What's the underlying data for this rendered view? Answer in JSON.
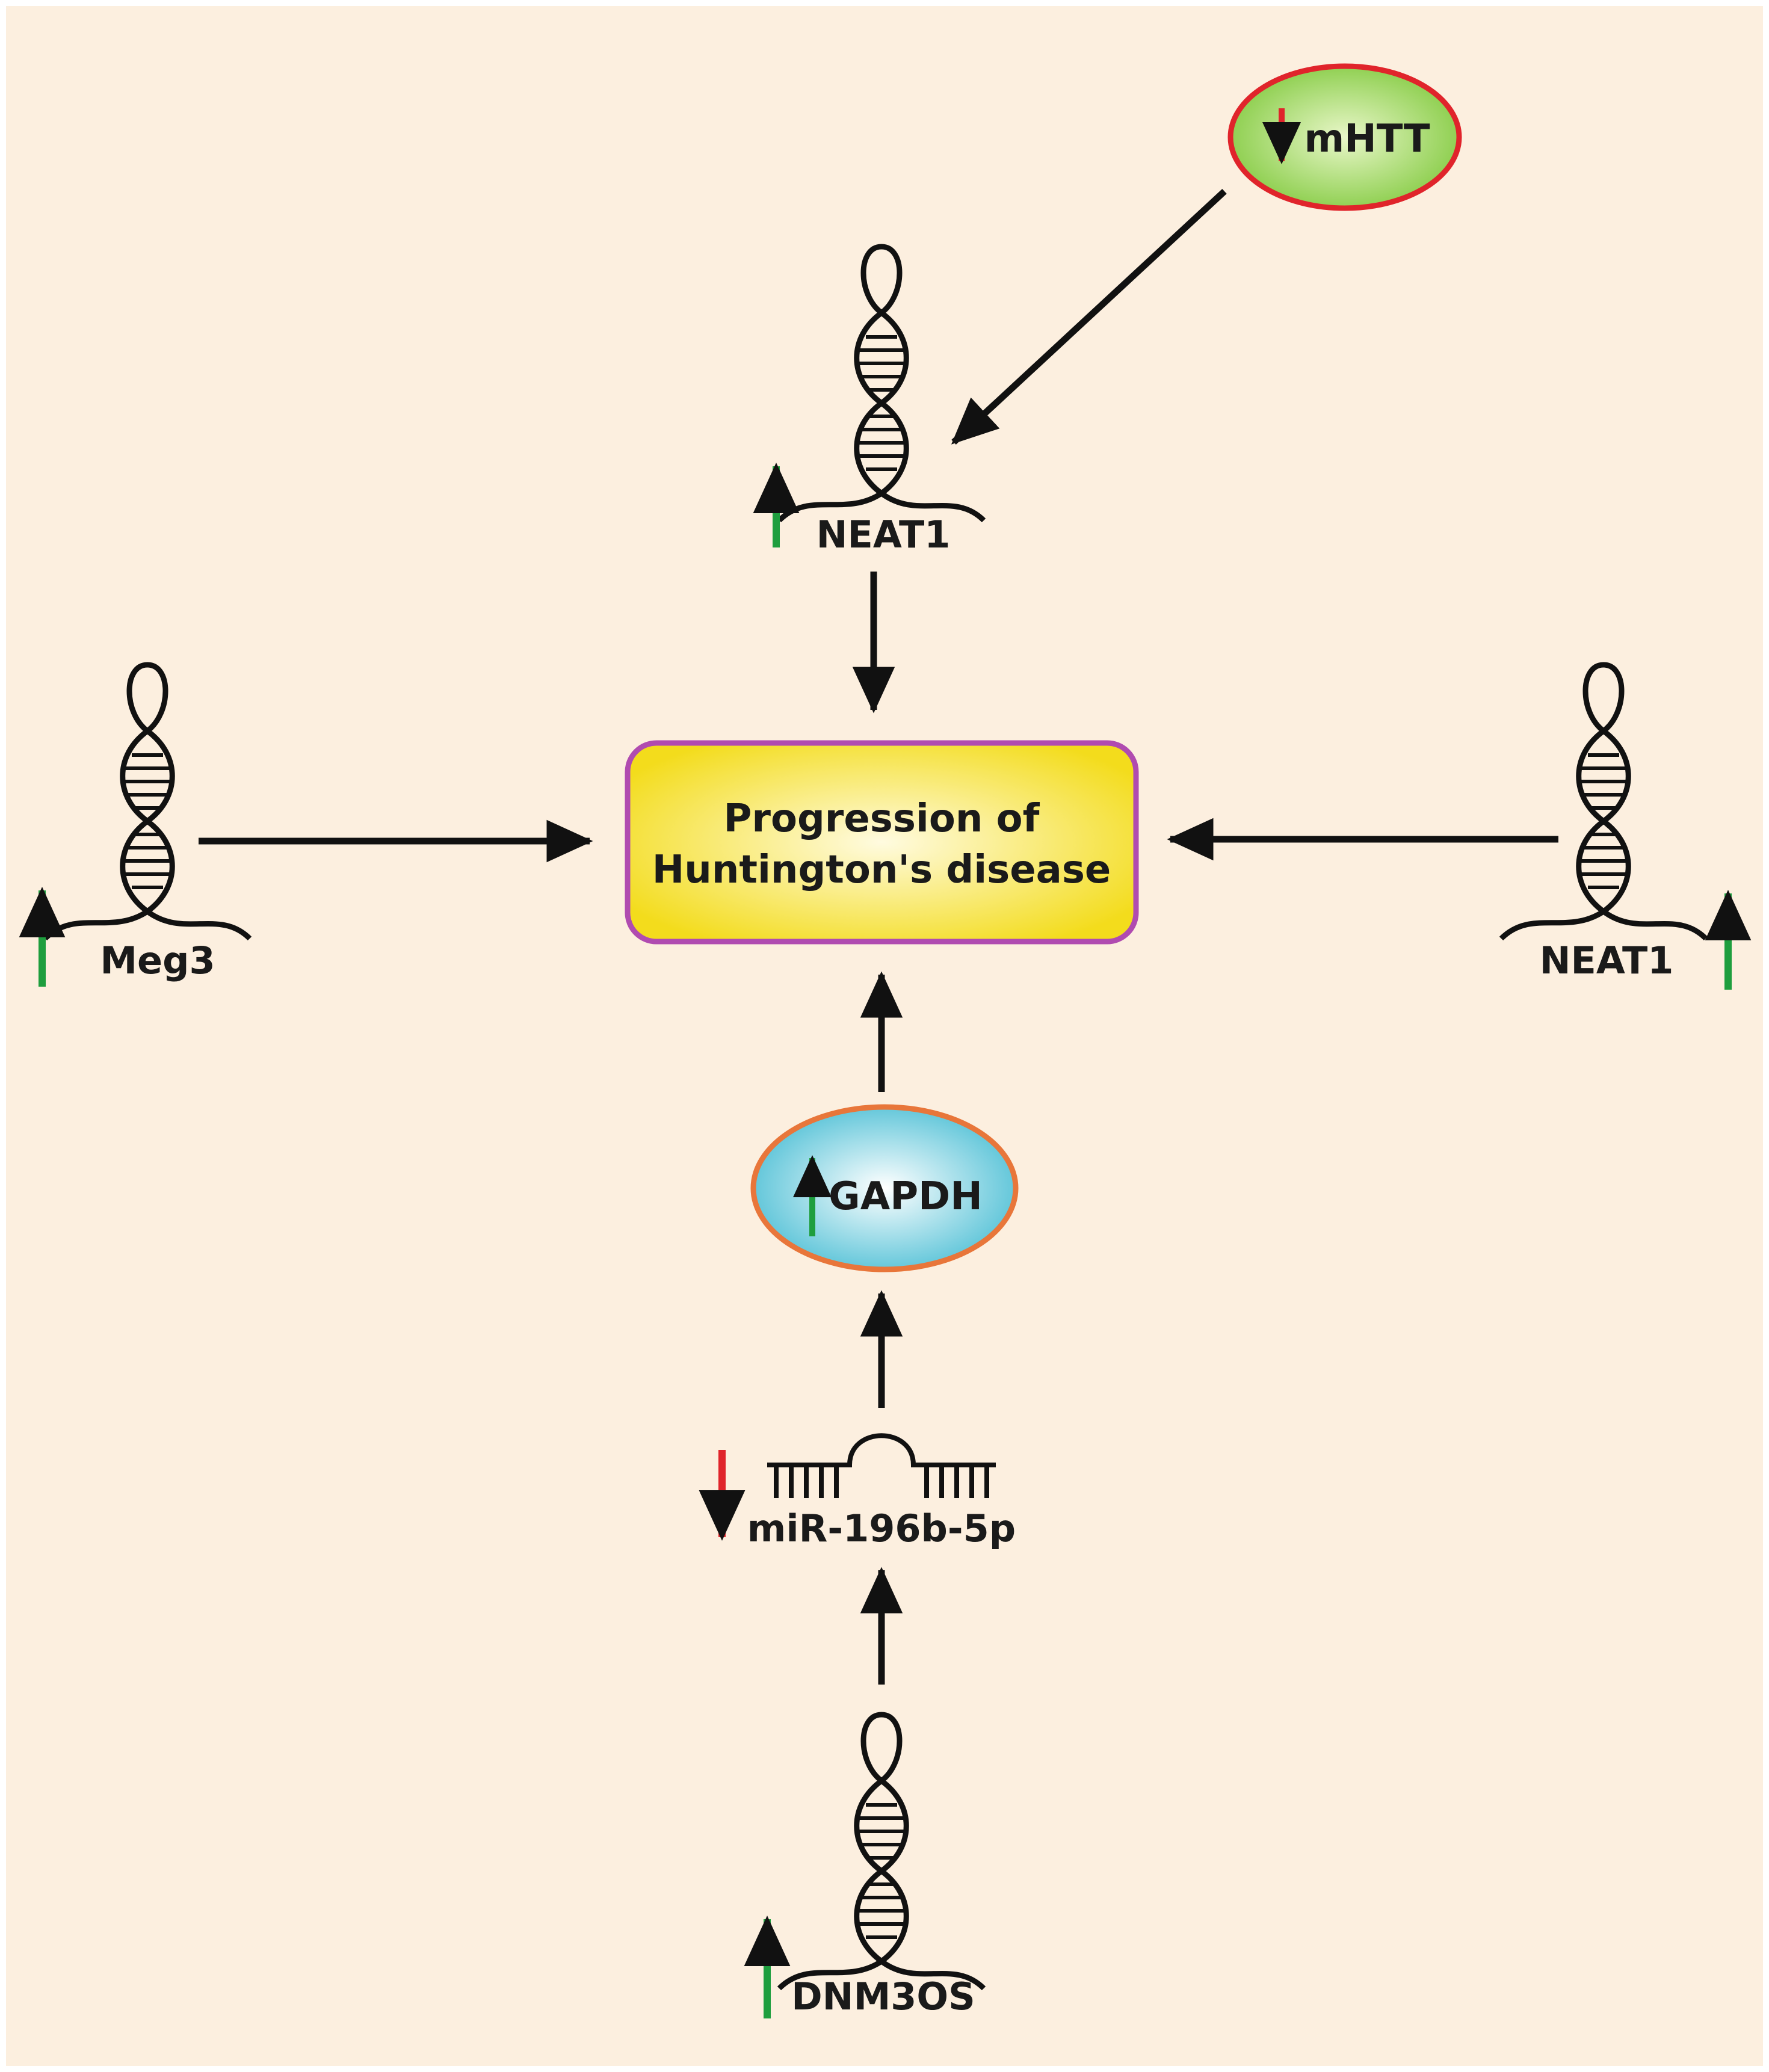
{
  "center_box": {
    "line1": "Progression of",
    "line2": "Huntington's disease"
  },
  "nodes": {
    "mhtt": {
      "label": "mHTT",
      "trend": "down",
      "icon": "protein-ellipse"
    },
    "neat1_top": {
      "label": "NEAT1",
      "trend": "up",
      "icon": "lncrna-hairpin"
    },
    "meg3": {
      "label": "Meg3",
      "trend": "up",
      "icon": "lncrna-hairpin"
    },
    "neat1_right": {
      "label": "NEAT1",
      "trend": "up",
      "icon": "lncrna-hairpin"
    },
    "gapdh": {
      "label": "GAPDH",
      "trend": "up",
      "icon": "protein-ellipse"
    },
    "mir": {
      "label": "miR-196b-5p",
      "trend": "down",
      "icon": "mirna-comb"
    },
    "dnm3os": {
      "label": "DNM3OS",
      "trend": "up",
      "icon": "lncrna-hairpin"
    }
  },
  "colors": {
    "background": "#fcefdf",
    "up_arrow": "#1e9e3e",
    "down_arrow": "#e0242b",
    "box_border": "#b04bb0",
    "box_fill_center": "#fffbe0",
    "box_fill_edge": "#f3dc1c",
    "mhtt_fill": "#7ec83a",
    "mhtt_border": "#e0242b",
    "gapdh_fill": "#5cc6d9",
    "gapdh_border": "#e8763a"
  }
}
